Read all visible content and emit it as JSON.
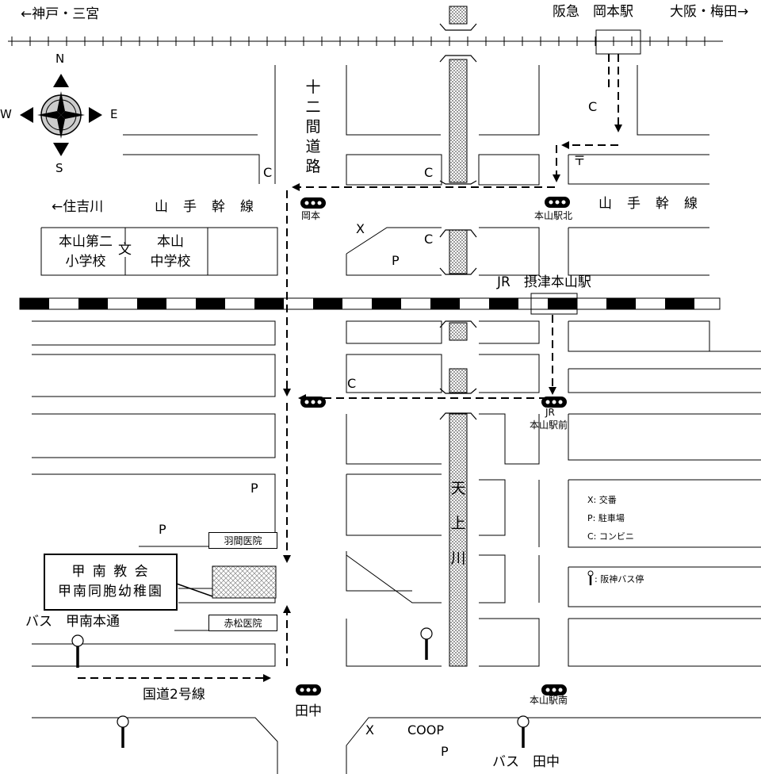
{
  "header": {
    "to_kobe": "←神戸・三宮",
    "hankyu_station": "阪急　岡本駅",
    "to_osaka": "大阪・梅田→"
  },
  "compass": {
    "n": "N",
    "s": "S",
    "e": "E",
    "w": "W"
  },
  "roads": {
    "juunikendo": [
      "十",
      "二",
      "間",
      "道",
      "路"
    ],
    "yamate_west": "山　手　幹　線",
    "yamate_east": "山　手　幹　線",
    "sumiyoshi": "←住吉川",
    "kokudo2": "国道2号線"
  },
  "river": [
    "天",
    "上",
    "川"
  ],
  "jr": {
    "label": "JR　摂津本山駅"
  },
  "signals": {
    "okamoto": "岡本",
    "motoyama_kita": "本山駅北",
    "jr_mae_top": "JR",
    "jr_mae_bottom": "本山駅前",
    "tanaka": "田中",
    "motoyama_minami": "本山駅南"
  },
  "schools": {
    "elem_line1": "本山第二",
    "elem_line2": "小学校",
    "bun": "文",
    "junior_line1": "本山",
    "junior_line2": "中学校"
  },
  "church": {
    "line1": "甲 南 教 会",
    "line2": "甲南同胞幼稚園"
  },
  "clinics": {
    "hazama": "羽間医院",
    "akamatsu": "赤松医院"
  },
  "bus": {
    "konan": "バス　甲南本通",
    "tanaka": "バス　田中"
  },
  "markers": {
    "c": "C",
    "p": "P",
    "x": "X",
    "post": "〒",
    "coop": "COOP"
  },
  "legend": {
    "x": "X: 交番",
    "p": "P: 駐車場",
    "c": "C: コンビニ",
    "bus": ": 阪神バス停"
  }
}
